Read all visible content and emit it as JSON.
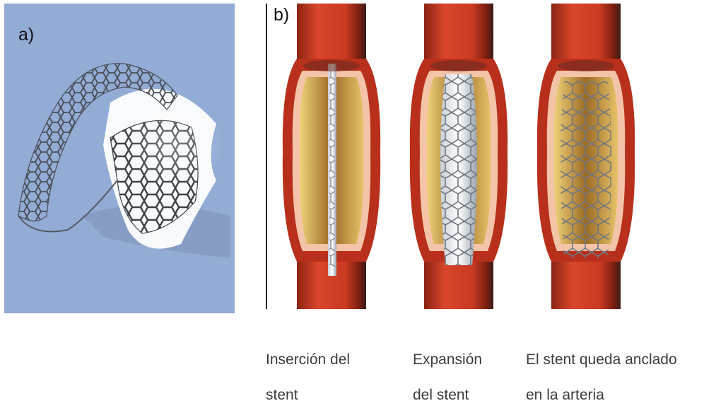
{
  "panel_a": {
    "label": "a)"
  },
  "panel_b": {
    "label": "b)",
    "steps": [
      {
        "id": "insertion",
        "caption_lines": [
          "Inserción  del",
          "stent"
        ]
      },
      {
        "id": "expansion",
        "caption_lines": [
          "Expansión",
          "del stent"
        ]
      },
      {
        "id": "anchored",
        "caption_lines": [
          "El stent queda anclado",
          "en la arteria"
        ]
      }
    ]
  },
  "colors": {
    "background_a": "#93acd6",
    "artery_red": "#c93a22",
    "artery_dark": "#8c2312",
    "plaque_yellow": "#d9b24a",
    "stent_metal": "#9aa3ad"
  }
}
